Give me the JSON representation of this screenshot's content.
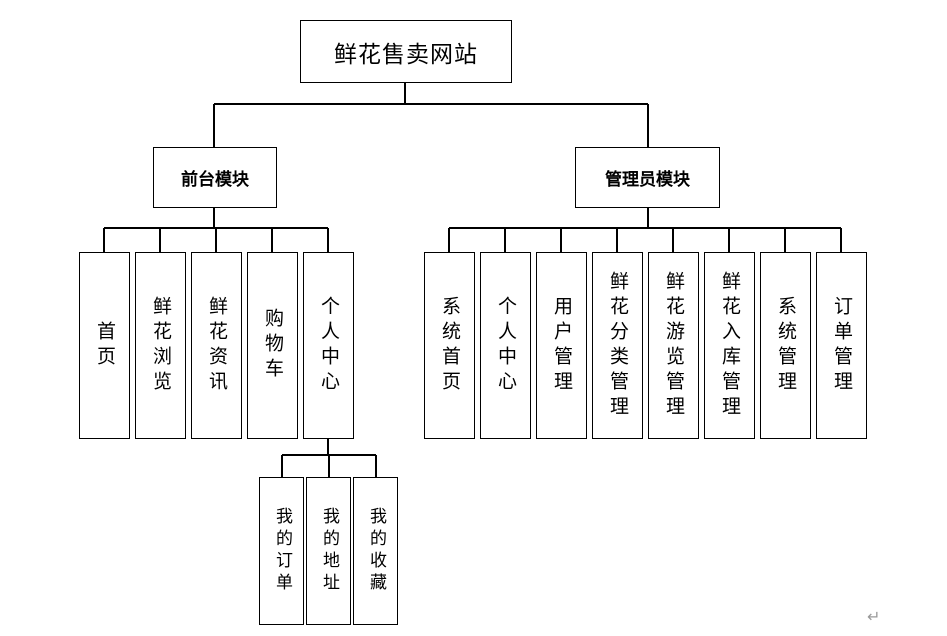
{
  "title": "鲜花售卖网站",
  "frontend": {
    "label": "前台模块",
    "items": [
      "首页",
      "鲜花浏览",
      "鲜花资讯",
      "购物车",
      "个人中心"
    ],
    "personal_center": {
      "items": [
        "我的订单",
        "我的地址",
        "我的收藏"
      ]
    }
  },
  "admin": {
    "label": "管理员模块",
    "items": [
      "系统首页",
      "个人中心",
      "用户管理",
      "鲜花分类管理",
      "鲜花游览管理",
      "鲜花入库管理",
      "系统管理",
      "订单管理"
    ]
  },
  "paragraph_mark": "↵"
}
